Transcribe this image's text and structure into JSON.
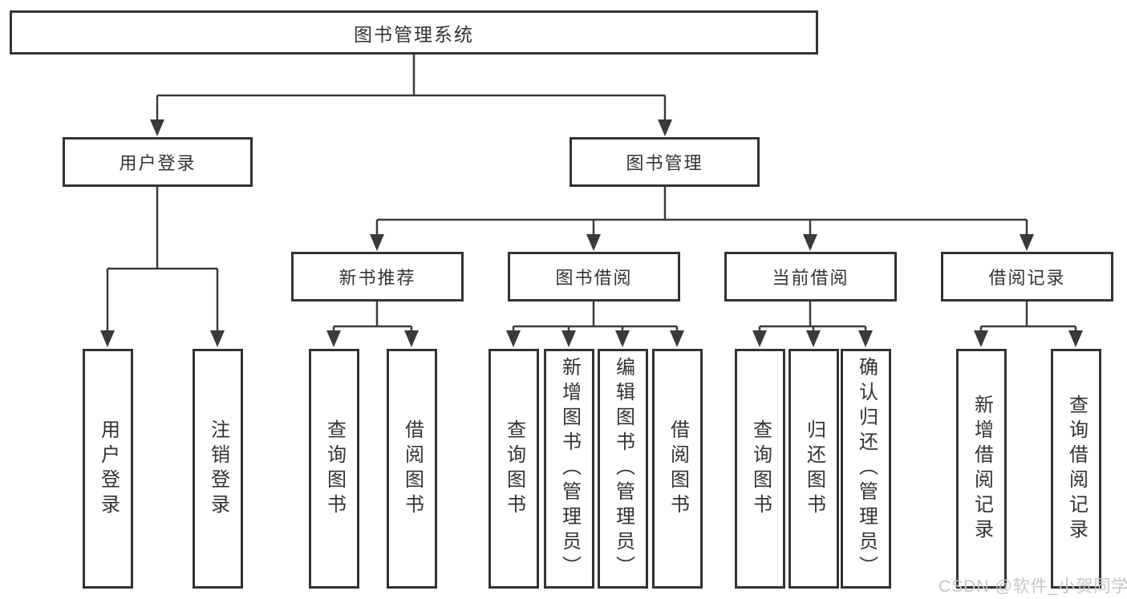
{
  "diagram": {
    "type": "hierarchy-tree",
    "root": {
      "label": "图书管理系统"
    },
    "level2": [
      {
        "id": "user-login",
        "label": "用户登录",
        "parent": "图书管理系统"
      },
      {
        "id": "book-management",
        "label": "图书管理",
        "parent": "图书管理系统"
      }
    ],
    "level3": [
      {
        "id": "new-book-recommend",
        "label": "新书推荐",
        "parent": "图书管理"
      },
      {
        "id": "book-borrow",
        "label": "图书借阅",
        "parent": "图书管理"
      },
      {
        "id": "current-borrow",
        "label": "当前借阅",
        "parent": "图书管理"
      },
      {
        "id": "borrow-records",
        "label": "借阅记录",
        "parent": "图书管理"
      }
    ],
    "leaves": [
      {
        "label": "用户登录",
        "parent": "用户登录"
      },
      {
        "label": "注销登录",
        "parent": "用户登录"
      },
      {
        "label": "查询图书",
        "parent": "新书推荐"
      },
      {
        "label": "借阅图书",
        "parent": "新书推荐"
      },
      {
        "label": "查询图书",
        "parent": "图书借阅"
      },
      {
        "label": "新增图书（管理员）",
        "parent": "图书借阅"
      },
      {
        "label": "编辑图书（管理员）",
        "parent": "图书借阅"
      },
      {
        "label": "借阅图书",
        "parent": "图书借阅"
      },
      {
        "label": "查询图书",
        "parent": "当前借阅"
      },
      {
        "label": "归还图书",
        "parent": "当前借阅"
      },
      {
        "label": "确认归还（管理员）",
        "parent": "当前借阅"
      },
      {
        "label": "新增借阅记录",
        "parent": "借阅记录"
      },
      {
        "label": "查询借阅记录",
        "parent": "借阅记录"
      }
    ],
    "watermark": "CSDN @软件_小贺同学",
    "colors": {
      "line": "#3a3a3a",
      "border": "#333333",
      "text": "#333333",
      "background": "#ffffff",
      "watermark": "#c6c6c6"
    }
  }
}
